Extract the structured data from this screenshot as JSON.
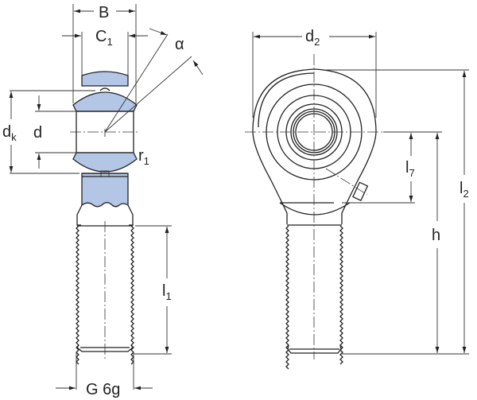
{
  "diagram": {
    "title": "Rod end with male thread — dimension drawing",
    "fill_color": "#b4c6e6",
    "line_color": "#222222",
    "labels": {
      "B": "B",
      "C1_main": "C",
      "C1_sub": "1",
      "alpha": "α",
      "dk_main": "d",
      "dk_sub": "k",
      "d": "d",
      "r1_main": "r",
      "r1_sub": "1",
      "l1_main": "l",
      "l1_sub": "1",
      "thread": "G 6g",
      "d2_main": "d",
      "d2_sub": "2",
      "l7_main": "l",
      "l7_sub": "7",
      "l2_main": "l",
      "l2_sub": "2",
      "h": "h"
    }
  }
}
